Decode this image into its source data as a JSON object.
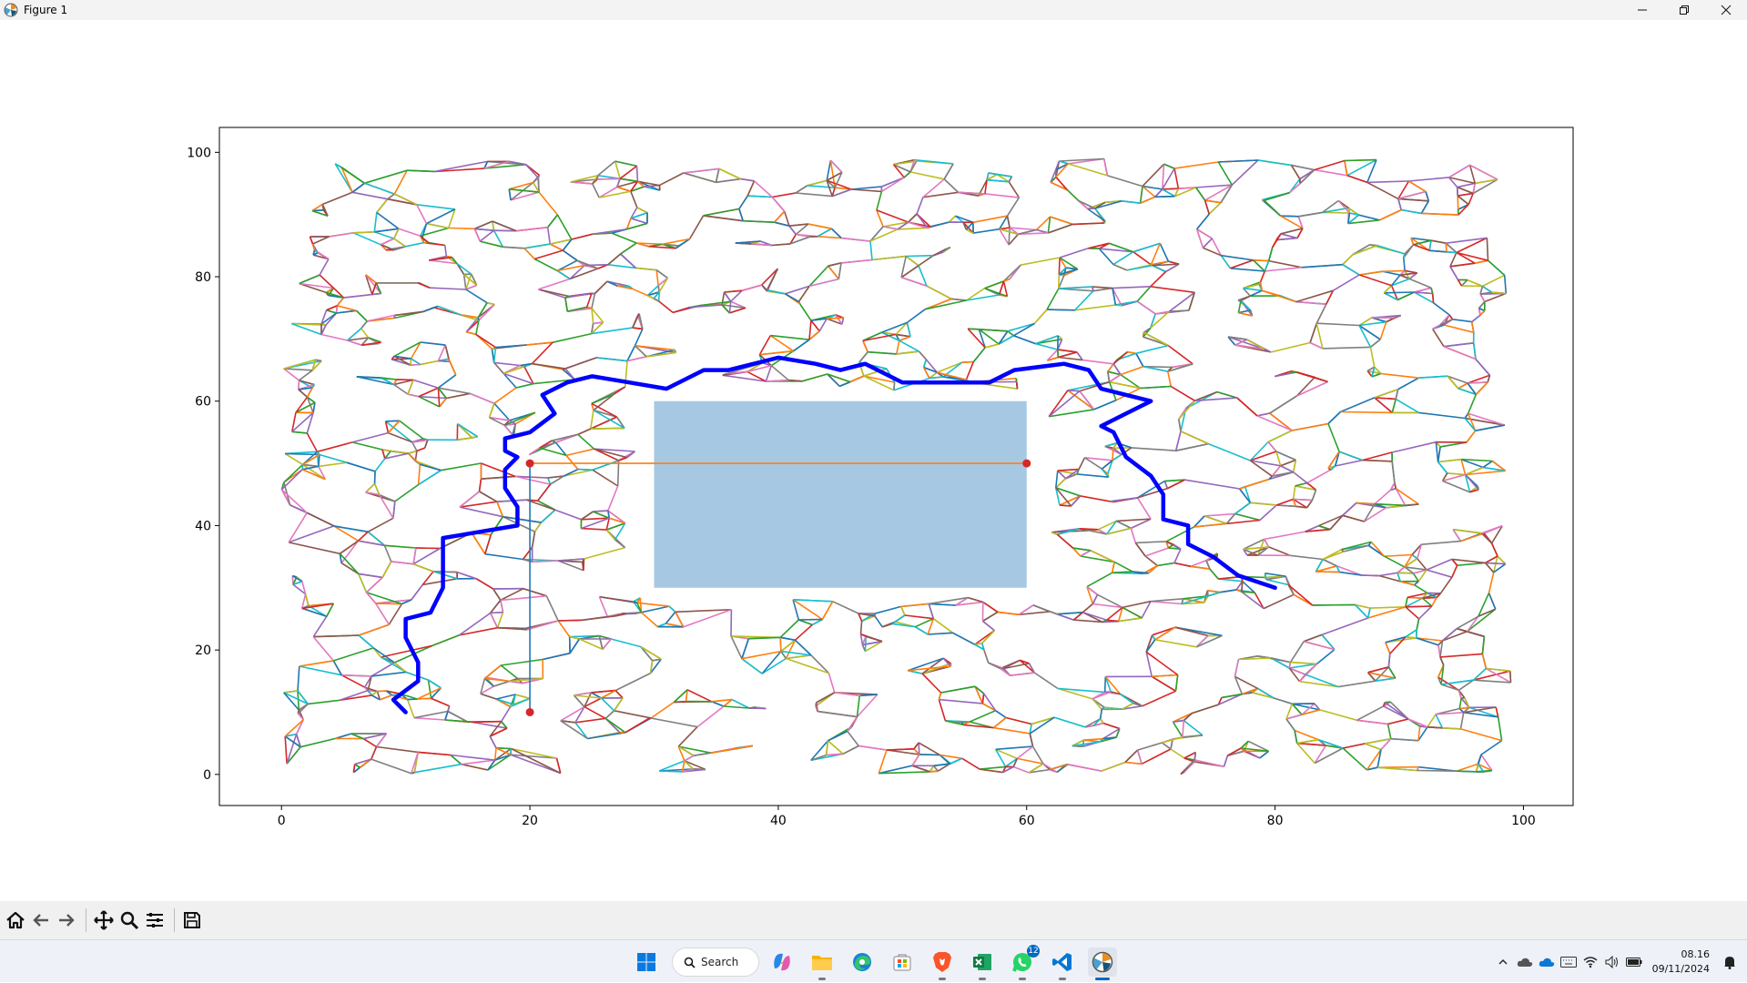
{
  "window": {
    "title": "Figure 1",
    "minimize_icon": "minimize-icon",
    "maximize_icon": "restore-icon",
    "close_icon": "close-icon"
  },
  "chart_data": {
    "type": "line",
    "title": "",
    "xlabel": "",
    "ylabel": "",
    "xlim": [
      -5,
      104
    ],
    "ylim": [
      -5,
      104
    ],
    "xticks": [
      0,
      20,
      40,
      60,
      80,
      100
    ],
    "yticks": [
      0,
      20,
      40,
      60,
      80,
      100
    ],
    "grid": false,
    "obstacle": {
      "x": [
        30,
        60
      ],
      "y": [
        30,
        60
      ],
      "color": "#a6c8e2"
    },
    "background_graph": {
      "description": "dense random roadmap of colored edges across x 0-99, y 0-99 (excluding obstacle)",
      "colors": [
        "#1f77b4",
        "#ff7f0e",
        "#2ca02c",
        "#d62728",
        "#9467bd",
        "#8c564b",
        "#e377c2",
        "#7f7f7f",
        "#bcbd22",
        "#17becf"
      ]
    },
    "reference_lines": [
      {
        "name": "",
        "color": "#1f77b4",
        "x": [
          20,
          20
        ],
        "y": [
          10,
          50
        ]
      },
      {
        "name": "",
        "color": "#ff7f0e",
        "x": [
          20,
          60
        ],
        "y": [
          50,
          50
        ]
      }
    ],
    "markers": [
      {
        "x": 20,
        "y": 10,
        "color": "#d62728"
      },
      {
        "x": 20,
        "y": 50,
        "color": "#d62728"
      },
      {
        "x": 60,
        "y": 50,
        "color": "#d62728"
      }
    ],
    "path": {
      "color": "#0000ff",
      "x": [
        10,
        9,
        11,
        11,
        10,
        10,
        12,
        13,
        13,
        19,
        19,
        18,
        18,
        19,
        18,
        18,
        20,
        22,
        21,
        23,
        25,
        28,
        31,
        34,
        36,
        40,
        43,
        45,
        47,
        50,
        53,
        57,
        59,
        63,
        65,
        66,
        70,
        68,
        66,
        67,
        68,
        70,
        71,
        71,
        73,
        73,
        75,
        77,
        80
      ],
      "y": [
        10,
        12,
        15,
        18,
        22,
        25,
        26,
        30,
        38,
        40,
        43,
        46,
        49,
        51,
        52,
        54,
        55,
        58,
        61,
        63,
        64,
        63,
        62,
        65,
        65,
        67,
        66,
        65,
        66,
        63,
        63,
        63,
        65,
        66,
        65,
        62,
        60,
        58,
        56,
        55,
        51,
        48,
        45,
        41,
        40,
        37,
        35,
        32,
        30
      ]
    }
  },
  "toolbar": {
    "home_icon": "home-icon",
    "back_icon": "back-arrow-icon",
    "forward_icon": "forward-arrow-icon",
    "pan_icon": "pan-icon",
    "zoom_icon": "zoom-icon",
    "configure_icon": "configure-subplots-icon",
    "save_icon": "save-icon"
  },
  "taskbar": {
    "search_label": "Search",
    "whatsapp_badge": "12",
    "time": "08.16",
    "date": "09/11/2024"
  }
}
